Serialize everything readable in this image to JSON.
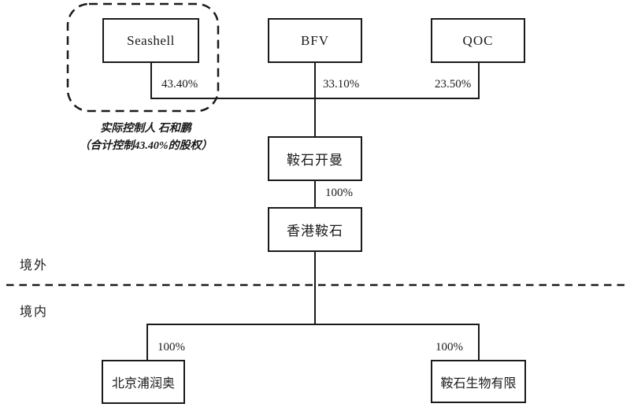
{
  "diagram": {
    "title_hint": "equity structure chart",
    "nodes": {
      "seashell": {
        "label": "Seashell"
      },
      "bfv": {
        "label": "BFV"
      },
      "qoc": {
        "label": "QOC"
      },
      "anshi_cayman": {
        "label": "鞍石开曼"
      },
      "hk_anshi": {
        "label": "香港鞍石"
      },
      "beijing_purunao": {
        "label": "北京浦润奥"
      },
      "anshi_bio": {
        "label": "鞍石生物有限"
      }
    },
    "percentages": {
      "seashell_stake": "43.40%",
      "bfv_stake": "33.10%",
      "qoc_stake": "23.50%",
      "cayman_to_hk": "100%",
      "hk_to_beijing": "100%",
      "hk_to_bio": "100%"
    },
    "annotation": {
      "line1": "实际控制人 石和鹏",
      "line2": "（合计控制43.40%的股权）"
    },
    "regions": {
      "offshore": "境外",
      "onshore": "境内"
    },
    "colors": {
      "line": "#1a1a1a",
      "text": "#1a1a1a",
      "background": "#ffffff"
    }
  }
}
